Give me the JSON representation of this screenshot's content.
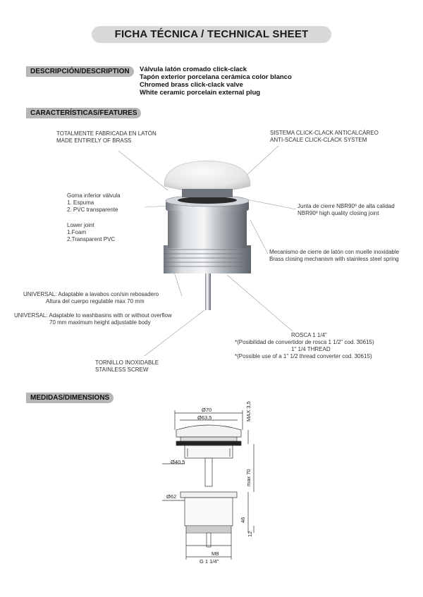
{
  "header": {
    "title": "FICHA TÉCNICA / TECHNICAL SHEET"
  },
  "description": {
    "tag": "DESCRIPCIÓN/DESCRIPTION",
    "lines": [
      "Válvula latón cromado click-clack",
      "Tapón exterior porcelana cerámica color blanco",
      "Chromed brass click-clack valve",
      "White ceramic porcelain external plug"
    ]
  },
  "features": {
    "tag": "CARACTERÍSTICAS/FEATURES",
    "made_of_brass": [
      "TOTALMENTE FABRICADA EN LATÓN",
      "MADE ENTIRELY OF BRASS"
    ],
    "anti_scale": [
      "SISTEMA CLICK-CLACK ANTICALCÁREO",
      "ANTI-SCALE CLICK-CLACK SYSTEM"
    ],
    "lower_joint_es": [
      "Goma inferior válvula",
      "1. Espuma",
      "2. PVC transparente"
    ],
    "lower_joint_en": [
      "Lower joint",
      "1.Foam",
      "2.Transparent PVC"
    ],
    "closing_joint": [
      "Junta de cierre NBR90º de alta calidad",
      "NBR90º high quality closing joint"
    ],
    "mechanism": [
      "Mecanismo de cierre de latón con muelle inoxidable",
      "Brass closing mechanism with stainless steel spring"
    ],
    "universal_es": [
      "UNIVERSAL: Adaptable a lavabos con/sin rebosadero",
      "Altura del cuerpo regulable max 70 mm"
    ],
    "universal_en": [
      "UNIVERSAL: Adaptable to washbasins with or without overflow",
      "70 mm maximum height adjustable body"
    ],
    "thread": [
      "ROSCA 1 1/4\"",
      "*(Posibilidad de convertidor de rosca 1 1/2\" cod. 30615)",
      "1\" 1/4 THREAD",
      "*(Possible use of a 1\" 1/2 thread converter cod. 30615)"
    ],
    "screw": [
      "TORNILLO INOXIDABLE",
      "STAINLESS SCREW"
    ]
  },
  "dimensions": {
    "tag": "MEDIDAS/DIMENSIONS",
    "d70": "Ø70",
    "d63_5": "Ø63,5",
    "max3_5": "MAX 3,5",
    "d40_5": "Ø40,5",
    "max70": "max 70",
    "d62": "Ø62",
    "h46": "46",
    "h12": "12",
    "m8": "M8",
    "g": "G 1 1/4\""
  },
  "colors": {
    "tag_bg": "#b7b7b7",
    "title_bg": "#d8d8d8",
    "chrome": "#9aa0a6"
  }
}
